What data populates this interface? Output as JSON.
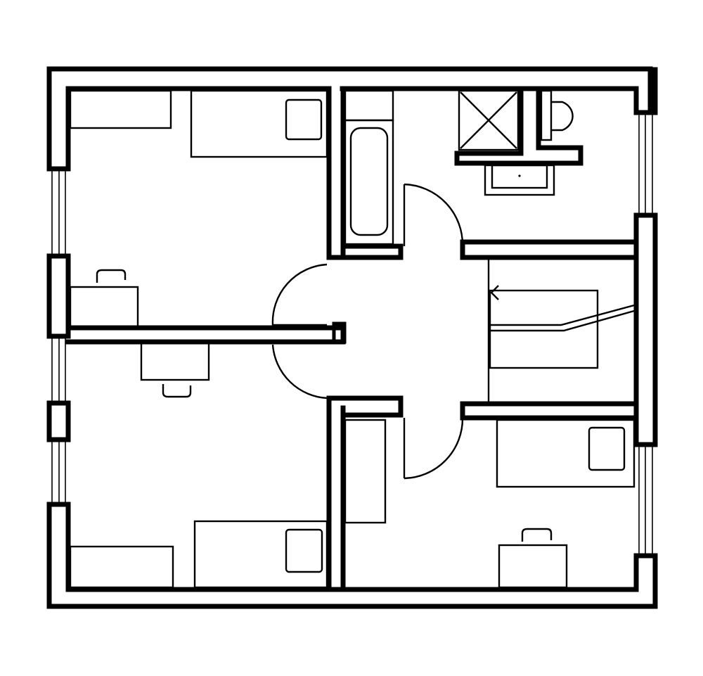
{
  "colors": {
    "ink": "#000000",
    "paper": "#ffffff"
  },
  "rooms": [
    {
      "id": "bedroom-northwest",
      "furniture": [
        "bed",
        "pillow",
        "desk",
        "chair",
        "wardrobe"
      ]
    },
    {
      "id": "bedroom-southwest",
      "furniture": [
        "bed",
        "pillow",
        "desk",
        "chair",
        "wardrobe"
      ]
    },
    {
      "id": "bedroom-southeast",
      "furniture": [
        "bed",
        "pillow",
        "desk",
        "chair",
        "wardrobe"
      ]
    },
    {
      "id": "bathroom",
      "furniture": [
        "bathtub",
        "shower",
        "toilet",
        "washbasin"
      ]
    },
    {
      "id": "stairwell",
      "furniture": [
        "stair-flight",
        "up-arrow"
      ]
    },
    {
      "id": "hall",
      "furniture": [
        "door-swings"
      ]
    }
  ],
  "doors": 4,
  "windows": 5
}
